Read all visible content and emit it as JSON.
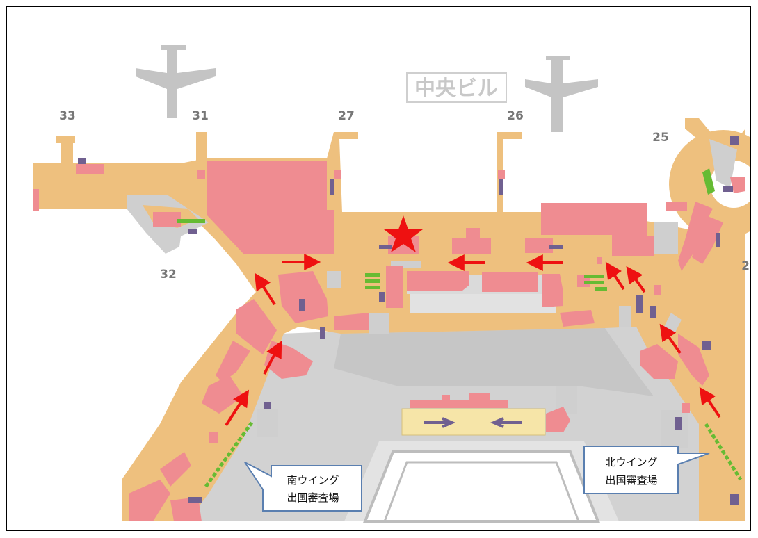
{
  "map": {
    "building_label": "中央ビル",
    "gates": [
      {
        "id": "33",
        "label": "33"
      },
      {
        "id": "31",
        "label": "31"
      },
      {
        "id": "27",
        "label": "27"
      },
      {
        "id": "26",
        "label": "26"
      },
      {
        "id": "25",
        "label": "25"
      },
      {
        "id": "32",
        "label": "32"
      },
      {
        "id": "2x",
        "label": "2"
      }
    ],
    "callouts": {
      "south": {
        "line1": "南ウイング",
        "line2": "出国審査場"
      },
      "north": {
        "line1": "北ウイング",
        "line2": "出国審査場"
      }
    },
    "colors": {
      "floor": "#EEC07E",
      "shop": "#EF8C91",
      "facility": "#CFCFCF",
      "plane_icon": "#C4C4C4",
      "arrow": "#EE1111",
      "marker": "#EE1111",
      "bench": "#66BB33",
      "counter": "#706090"
    },
    "icons": {
      "plane": "airplane-icon",
      "marker": "star-icon"
    }
  }
}
